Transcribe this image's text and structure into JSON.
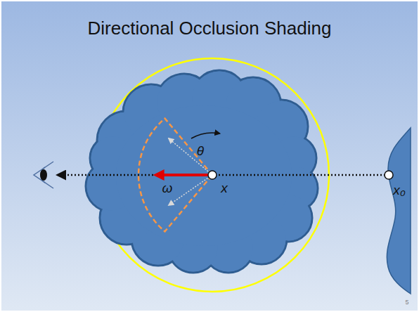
{
  "diagram": {
    "title": "Directional Occlusion Shading",
    "labels": [
      "θ",
      "ω",
      "x",
      "x₀",
      "5"
    ]
  }
}
